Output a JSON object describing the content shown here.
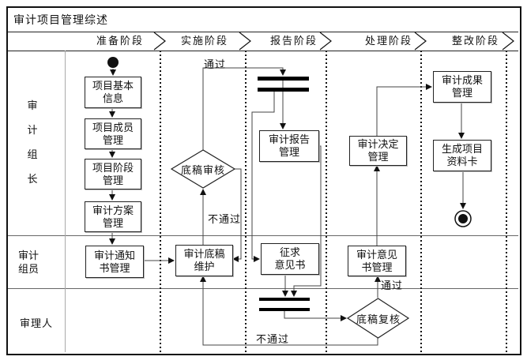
{
  "title": "审计项目管理综述",
  "phases": [
    "准备阶段",
    "实施阶段",
    "报告阶段",
    "处理阶段",
    "整改阶段"
  ],
  "lanes": [
    "审计组长",
    "审计组员",
    "审理人"
  ],
  "nodes": {
    "project_basic_info": {
      "label": "项目基本\n信息"
    },
    "project_member_mgmt": {
      "label": "项目成员\n管理"
    },
    "project_phase_mgmt": {
      "label": "项目阶段\n管理"
    },
    "audit_plan_mgmt": {
      "label": "审计方案\n管理"
    },
    "audit_notice_mgmt": {
      "label": "审计通知\n书管理"
    },
    "draft_maintain": {
      "label": "审计底稿\n维护"
    },
    "draft_review": {
      "label": "底稿审核"
    },
    "audit_report_mgmt": {
      "label": "审计报告\n管理"
    },
    "opinion_solicitation": {
      "label": "征求\n意见书"
    },
    "draft_recheck": {
      "label": "底稿复核"
    },
    "audit_opinion_mgmt": {
      "label": "审计意见\n书管理"
    },
    "audit_decision_mgmt": {
      "label": "审计决定\n管理"
    },
    "audit_result_mgmt": {
      "label": "审计成果\n管理"
    },
    "project_datacard": {
      "label": "生成项目\n资料卡"
    }
  },
  "edge_labels": {
    "review_pass": "通过",
    "review_fail": "不通过",
    "recheck_pass": "通过",
    "recheck_fail": "不通过"
  },
  "colors": {
    "line": "#444",
    "node_border": "#222",
    "bar": "#000"
  }
}
